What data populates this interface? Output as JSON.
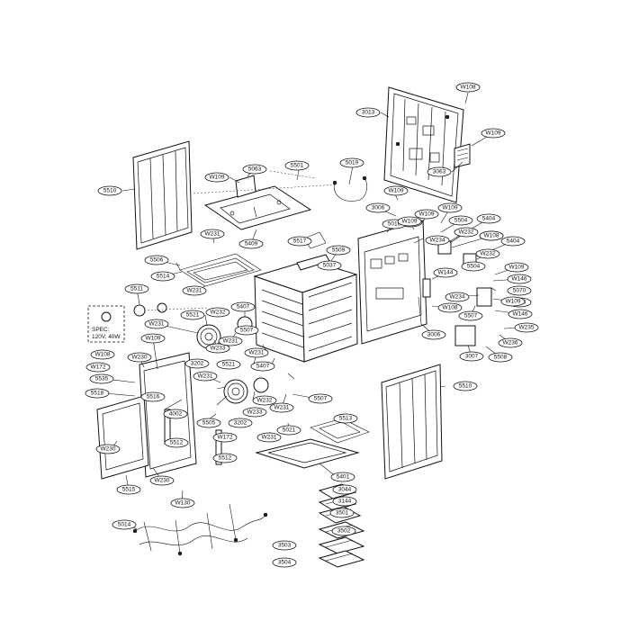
{
  "callouts": [
    "W108",
    "3013",
    "W109",
    "3063",
    "5510",
    "W109",
    "5063",
    "5501",
    "5019",
    "W109",
    "W109",
    "3006",
    "W109",
    "5502",
    "5016",
    "W109",
    "5504",
    "5404",
    "W108",
    "5409",
    "5517",
    "5509",
    "W234",
    "W232",
    "W108",
    "5404",
    "W231",
    "5506",
    "5037",
    "W144",
    "W232",
    "5504",
    "W109",
    "5514",
    "W146",
    "5070",
    "W231",
    "5511",
    "W234",
    "5503",
    "5521",
    "W232",
    "5407",
    "W108",
    "W109",
    "5507",
    "W146",
    "W231",
    "W233",
    "5507",
    "W231",
    "3006",
    "W235",
    "W109",
    "W230",
    "W231",
    "3202",
    "5521",
    "5407",
    "W236",
    "W172",
    "5535",
    "W231",
    "3007",
    "5508",
    "5510",
    "5516",
    "5518",
    "W108",
    "W233",
    "W232",
    "5507",
    "4002",
    "W231",
    "5505",
    "3202",
    "5513",
    "W230",
    "5512",
    "W172",
    "5021",
    "W231",
    "5512",
    "5401",
    "W230",
    "5515",
    "W130",
    "3044",
    "3144",
    "3501",
    "3502",
    "5014",
    "3503",
    "3504"
  ],
  "spec": {
    "line1": "SPEC:",
    "line2": "120V, 40W"
  }
}
